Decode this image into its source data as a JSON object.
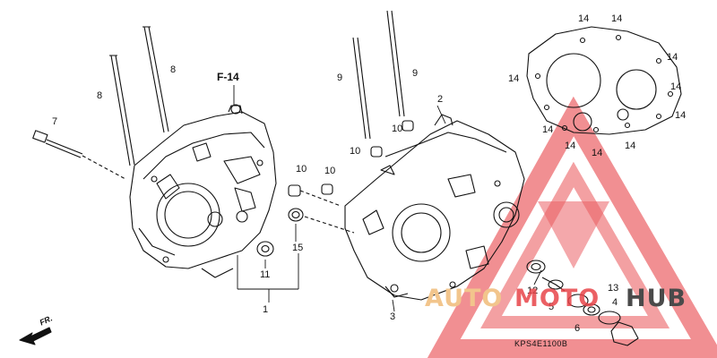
{
  "diagram": {
    "reference_code": "KPS4E1100B",
    "section_ref": "F-14",
    "direction_label": "FR.",
    "watermark": {
      "part1": "AUTO",
      "part2": "MOTO",
      "part3": "HUB",
      "color_primary": "#e8454a",
      "color_secondary": "#f2c58c",
      "color_dark": "#4a4a4a"
    },
    "callouts": [
      {
        "id": "c1",
        "text": "1"
      },
      {
        "id": "c2",
        "text": "2"
      },
      {
        "id": "c3",
        "text": "3"
      },
      {
        "id": "c4",
        "text": "4"
      },
      {
        "id": "c5",
        "text": "5"
      },
      {
        "id": "c6",
        "text": "6"
      },
      {
        "id": "c7",
        "text": "7"
      },
      {
        "id": "c8a",
        "text": "8"
      },
      {
        "id": "c8b",
        "text": "8"
      },
      {
        "id": "c9a",
        "text": "9"
      },
      {
        "id": "c9b",
        "text": "9"
      },
      {
        "id": "c10a",
        "text": "10"
      },
      {
        "id": "c10b",
        "text": "10"
      },
      {
        "id": "c10c",
        "text": "10"
      },
      {
        "id": "c10d",
        "text": "10"
      },
      {
        "id": "c11",
        "text": "11"
      },
      {
        "id": "c12",
        "text": "12"
      },
      {
        "id": "c13",
        "text": "13"
      },
      {
        "id": "c14a",
        "text": "14"
      },
      {
        "id": "c14b",
        "text": "14"
      },
      {
        "id": "c14c",
        "text": "14"
      },
      {
        "id": "c14d",
        "text": "14"
      },
      {
        "id": "c14e",
        "text": "14"
      },
      {
        "id": "c14f",
        "text": "14"
      },
      {
        "id": "c14g",
        "text": "14"
      },
      {
        "id": "c14h",
        "text": "14"
      },
      {
        "id": "c14i",
        "text": "14"
      },
      {
        "id": "c14j",
        "text": "14"
      },
      {
        "id": "c15",
        "text": "15"
      }
    ]
  }
}
